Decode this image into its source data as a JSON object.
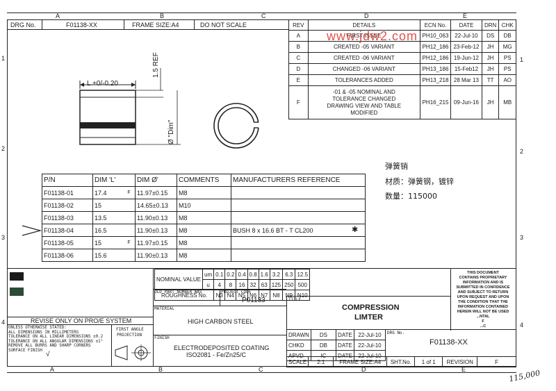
{
  "zones": {
    "top": [
      "A",
      "B",
      "C",
      "D",
      "E"
    ],
    "bottom": [
      "A",
      "B",
      "C",
      "D",
      "E"
    ],
    "rows": [
      "1",
      "2",
      "3",
      "4"
    ]
  },
  "header": {
    "drg_label": "DRG No.",
    "drg_value": "F01138-XX",
    "frame_size": "FRAME SIZE:A4",
    "scale_note": "DO NOT SCALE"
  },
  "revisions": {
    "headers": [
      "REV",
      "DETAILS",
      "ECN No.",
      "DATE",
      "DRN",
      "CHK"
    ],
    "rows": [
      [
        "A",
        "FIRST ISSUE",
        "PH10_063",
        "22-Jul-10",
        "DS",
        "DB"
      ],
      [
        "B",
        "CREATED -05 VARIANT",
        "PH12_186",
        "23-Feb-12",
        "JH",
        "MG"
      ],
      [
        "C",
        "CREATED -06 VARIANT",
        "PH12_186",
        "19-Jun-12",
        "JH",
        "PS"
      ],
      [
        "D",
        "CHANGED -06 VARIANT",
        "PH13_186",
        "15-Feb12",
        "JH",
        "PS"
      ],
      [
        "E",
        "TOLERANCES ADDED",
        "PH13_218",
        "28 Mar 13",
        "TT",
        "AO"
      ]
    ],
    "last": {
      "rev": "F",
      "lines": [
        "-01 & -05 NOMINAL AND",
        "TOLERANCE CHANGED",
        "DRAWING VIEW AND TABLE",
        "MODIFIED"
      ],
      "ecn": "PH16_215",
      "date": "09-Jun-16",
      "drn": "JH",
      "chk": "MB"
    }
  },
  "watermark": "www.jdw2.com",
  "drawing": {
    "length_dim": "L +0/-0.20",
    "ref_dim": "1.5 REF",
    "dia_dim": "Ø \"Dim\""
  },
  "notes_cn": {
    "title": "弹簧销",
    "material": "材质：弹簧钢，镀锌",
    "quantity": "数量：115000"
  },
  "parts": {
    "headers": [
      "P/N",
      "DIM 'L'",
      "DIM Ø'",
      "COMMENTS",
      "MANUFACTURERS REFERENCE"
    ],
    "rows": [
      [
        "F01138-01",
        "17.4",
        "F",
        "11.97±0.15",
        "M8",
        ""
      ],
      [
        "F01138-02",
        "15",
        "",
        "14.65±0.13",
        "M10",
        ""
      ],
      [
        "F01138-03",
        "13.5",
        "",
        "11.90±0.13",
        "M8",
        ""
      ],
      [
        "F01138-04",
        "16.5",
        "",
        "11.90±0.13",
        "M8",
        "BUSH 8 x 16.6 BT - T CL200"
      ],
      [
        "F01138-05",
        "15",
        "F",
        "11.97±0.15",
        "M8",
        ""
      ],
      [
        "F01138-06",
        "15.6",
        "",
        "11.90±0.13",
        "M8",
        ""
      ]
    ]
  },
  "roughness": {
    "nominal_label": "NOMINAL VALUE",
    "um": [
      "um",
      "0.1",
      "0.2",
      "0.4",
      "0.8",
      "1.6",
      "3.2",
      "6.3",
      "12.5"
    ],
    "u": [
      "u",
      "4",
      "8",
      "16",
      "32",
      "63",
      "125",
      "250",
      "500"
    ],
    "roughness_label": "ROUGHNESS No.",
    "n": [
      "N3",
      "N4",
      "N5",
      "N6",
      "N7",
      "N8",
      "N9",
      "N10"
    ]
  },
  "title_block": {
    "old_part_label": "OLD PART NUMBER WAS",
    "project_label": "PROJECT CODE",
    "project_value": "P01133",
    "title_label": "TITLE",
    "title_lines": [
      "COMPRESSION",
      "LIMTER"
    ],
    "material_label": "MATERIAL",
    "material_value": "HIGH CARBON STEEL",
    "finish_label": "FINISH",
    "finish_lines": [
      "ELECTRODEPOSITED COATING",
      "ISO2081 - Fe/Zn25/C"
    ],
    "revise_note": "REVISE ONLY ON PRO/E SYSTEM",
    "general_notes": [
      "UNLESS OTHERWISE STATED:",
      "ALL DIMENSIONS IN MILLIMETERS",
      "TOLERANCE ON ALL LINEAR DIMENSIONS ±0.2",
      "TOLERANCE ON ALL ANGULAR DIMENSIONS ±1°",
      "REMOVE ALL BURRS AND SHARP CORNERS",
      "SURFACE FINISH"
    ],
    "projection": [
      "FIRST ANGLE",
      "PROJECTION"
    ],
    "proprietary": [
      "THIS DOCUMENT",
      "CONTAINS PROPRIETARY",
      "INFORMATION AND IS",
      "SUBMITTED IN CONFIDENCE",
      "AND SUBJECT TO RETURN",
      "UPON REQUEST AND UPON",
      "THE CONDITION THAT THE",
      "INFORMATION CONTAINED",
      "HEREIN WILL NOT BE USED",
      "...NTAL",
      "F",
      "...C"
    ],
    "sign": {
      "drawn": [
        "DRAWN",
        "DS",
        "DATE",
        "22-Jul-10"
      ],
      "chkd": [
        "CHKD",
        "DB",
        "DATE",
        "22-Jul-10"
      ],
      "apvd": [
        "APVD",
        "IC",
        "DATE",
        "22-Jul-10"
      ]
    },
    "drg_label": "DRG No.",
    "drg_value": "F01138-XX",
    "scale_row": [
      "SCALE",
      "2:1",
      "FRAME SIZE:A4",
      "SHT.No.",
      "1",
      "of",
      "1",
      "REVISION",
      "F"
    ]
  },
  "handwritten": "115,000"
}
